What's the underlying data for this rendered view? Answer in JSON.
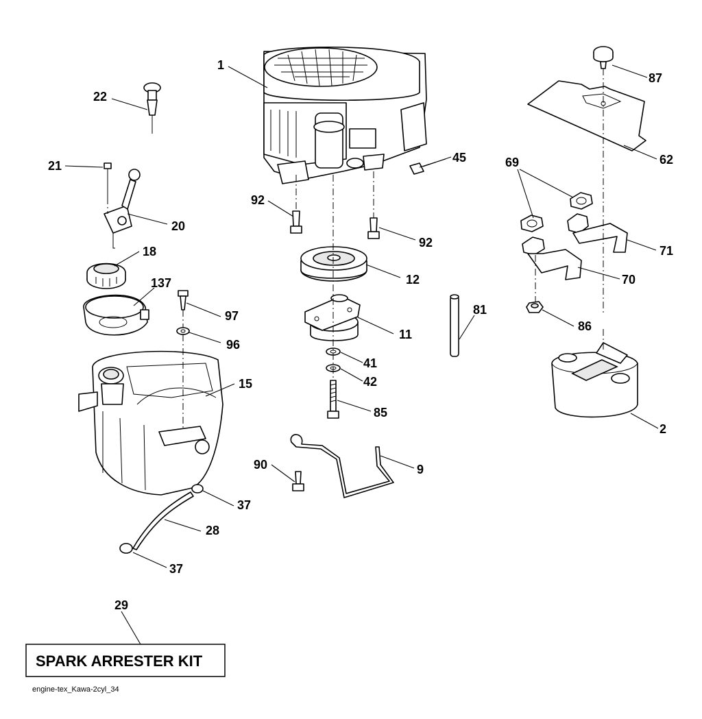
{
  "callouts": {
    "c1": "1",
    "c22": "22",
    "c21": "21",
    "c20": "20",
    "c18": "18",
    "c137": "137",
    "c97": "97",
    "c96": "96",
    "c15": "15",
    "c37a": "37",
    "c28": "28",
    "c37b": "37",
    "c92a": "92",
    "c92b": "92",
    "c45": "45",
    "c12": "12",
    "c11": "11",
    "c41": "41",
    "c42": "42",
    "c85": "85",
    "c90": "90",
    "c9": "9",
    "c81": "81",
    "c87": "87",
    "c62": "62",
    "c69": "69",
    "c71": "71",
    "c70": "70",
    "c86": "86",
    "c2": "2",
    "c29": "29"
  },
  "kit_label": "SPARK ARRESTER KIT",
  "caption": "engine-tex_Kawa-2cyl_34"
}
